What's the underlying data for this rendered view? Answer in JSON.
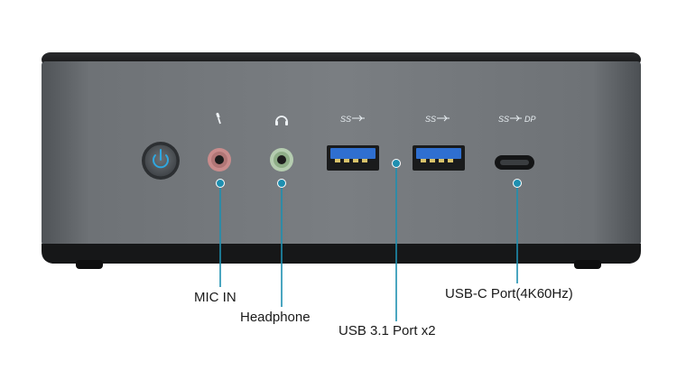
{
  "labels": {
    "mic_in": "MIC IN",
    "headphone": "Headphone",
    "usb31": "USB 3.1 Port x2",
    "usbc": "USB-C Port(4K60Hz)"
  },
  "port_icons": {
    "usb_a_1": "SS",
    "usb_a_2": "SS",
    "usb_c": "SS",
    "usb_c_dp": "DP"
  },
  "colors": {
    "chassis": "#6f7377",
    "chassis_dark": "#1b1c1e",
    "accent": "#1e8fb0",
    "usb_blue": "#2f6fd0",
    "mic_pink": "#d89a9a",
    "headphone_green": "#a7c7a0"
  }
}
